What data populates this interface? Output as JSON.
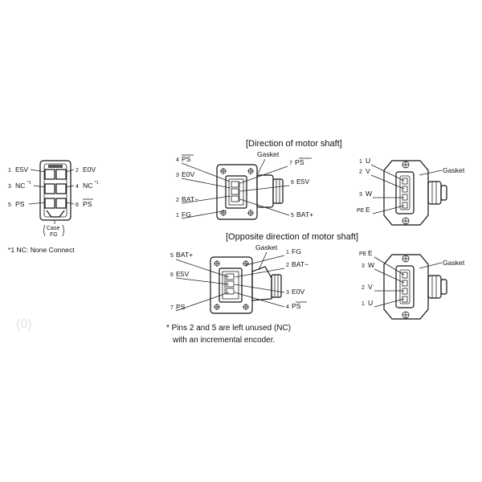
{
  "left_connector": {
    "pins_left": [
      {
        "num": "1",
        "sig": "E5V",
        "sup": ""
      },
      {
        "num": "3",
        "sig": "NC",
        "sup": "*1"
      },
      {
        "num": "5",
        "sig": "PS",
        "sup": ""
      }
    ],
    "pins_right": [
      {
        "num": "2",
        "sig": "E0V",
        "sup": ""
      },
      {
        "num": "4",
        "sig": "NC",
        "sup": "*1"
      },
      {
        "num": "6",
        "sig": "PS",
        "sup": ""
      }
    ],
    "case_label": "Case",
    "case_fg": "FG",
    "footnote": "*1  NC: None Connect"
  },
  "sections": {
    "motor_shaft": "[Direction of motor shaft]",
    "opposite": "[Opposite direction of motor shaft]"
  },
  "encoder_top": {
    "gasket": "Gasket",
    "pins": [
      {
        "num": "4",
        "sig": "PS"
      },
      {
        "num": "3",
        "sig": "E0V"
      },
      {
        "num": "2",
        "sig": "BAT−"
      },
      {
        "num": "1",
        "sig": "FG"
      },
      {
        "num": "7",
        "sig": "PS"
      },
      {
        "num": "6",
        "sig": "E5V"
      },
      {
        "num": "5",
        "sig": "BAT+"
      }
    ]
  },
  "power_top": {
    "gasket": "Gasket",
    "pins": [
      {
        "num": "1",
        "sig": "U"
      },
      {
        "num": "2",
        "sig": "V"
      },
      {
        "num": "3",
        "sig": "W"
      },
      {
        "num": "PE",
        "sig": "E"
      }
    ]
  },
  "encoder_bottom": {
    "gasket": "Gasket",
    "pins": [
      {
        "num": "5",
        "sig": "BAT+"
      },
      {
        "num": "6",
        "sig": "E5V"
      },
      {
        "num": "7",
        "sig": "PS"
      },
      {
        "num": "1",
        "sig": "FG"
      },
      {
        "num": "2",
        "sig": "BAT−"
      },
      {
        "num": "3",
        "sig": "E0V"
      },
      {
        "num": "4",
        "sig": "PS"
      }
    ]
  },
  "power_bottom": {
    "gasket": "Gasket",
    "pins": [
      {
        "num": "PE",
        "sig": "E"
      },
      {
        "num": "3",
        "sig": "W"
      },
      {
        "num": "2",
        "sig": "V"
      },
      {
        "num": "1",
        "sig": "U"
      }
    ]
  },
  "note_lines": [
    "* Pins 2 and 5 are left unused (NC)",
    "with an incremental encoder."
  ]
}
